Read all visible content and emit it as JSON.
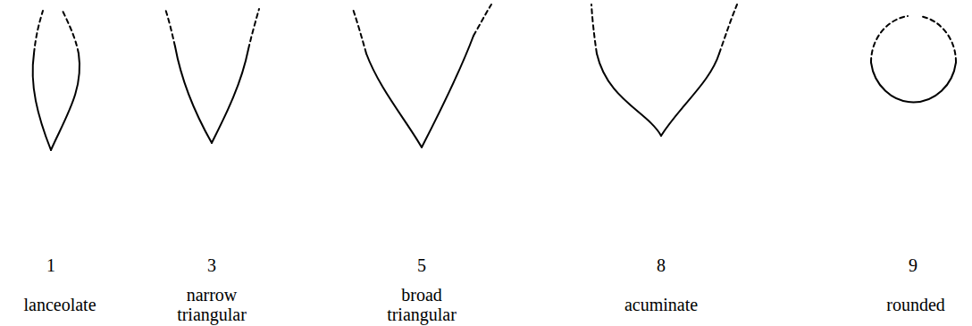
{
  "diagram": {
    "labels": [
      "1",
      "3",
      "5",
      "8",
      "9",
      "lanceolate",
      "narrow triangular",
      "broad triangular",
      "acuminate",
      "rounded"
    ]
  }
}
